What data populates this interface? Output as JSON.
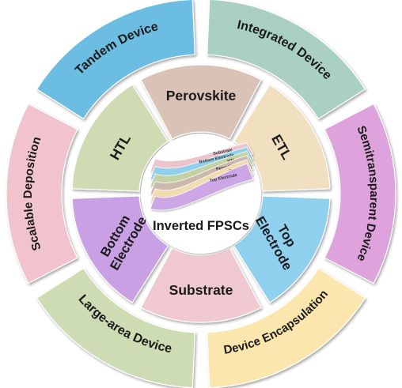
{
  "center": {
    "title": "Inverted FPSCs",
    "layers": [
      {
        "label": "Top Electrode",
        "color": "#cda6e6"
      },
      {
        "label": "ETL",
        "color": "#f0dcae"
      },
      {
        "label": "Perovskite",
        "color": "#cdb8ad"
      },
      {
        "label": "HTL",
        "color": "#c3d2a4"
      },
      {
        "label": "Bottom Electrode",
        "color": "#8fd0ec"
      },
      {
        "label": "Substrate",
        "color": "#edc4cc"
      }
    ]
  },
  "inner_ring": [
    {
      "label": "Perovskite",
      "color": "#d9c3b6"
    },
    {
      "label": "ETL",
      "color": "#f1e0bf"
    },
    {
      "label": "Top Electrode",
      "color": "#8fd0ef"
    },
    {
      "label": "Substrate",
      "color": "#f0c8d0"
    },
    {
      "label": "Bottom Electrode",
      "color": "#c9a0e4"
    },
    {
      "label": "HTL",
      "color": "#cfdbb2"
    }
  ],
  "outer_ring": [
    {
      "label": "Tandem Device",
      "color": "#6cbde2"
    },
    {
      "label": "Integrated Device",
      "color": "#aad0c6"
    },
    {
      "label": "Semitransparent Device",
      "color": "#dea2dc"
    },
    {
      "label": "Device Encapsulation",
      "color": "#fbe6ad"
    },
    {
      "label": "Large-area Device",
      "color": "#cddcb2"
    },
    {
      "label": "Scalable Deposition",
      "color": "#f0c3cd"
    }
  ],
  "text_color": "#1a1a1a"
}
